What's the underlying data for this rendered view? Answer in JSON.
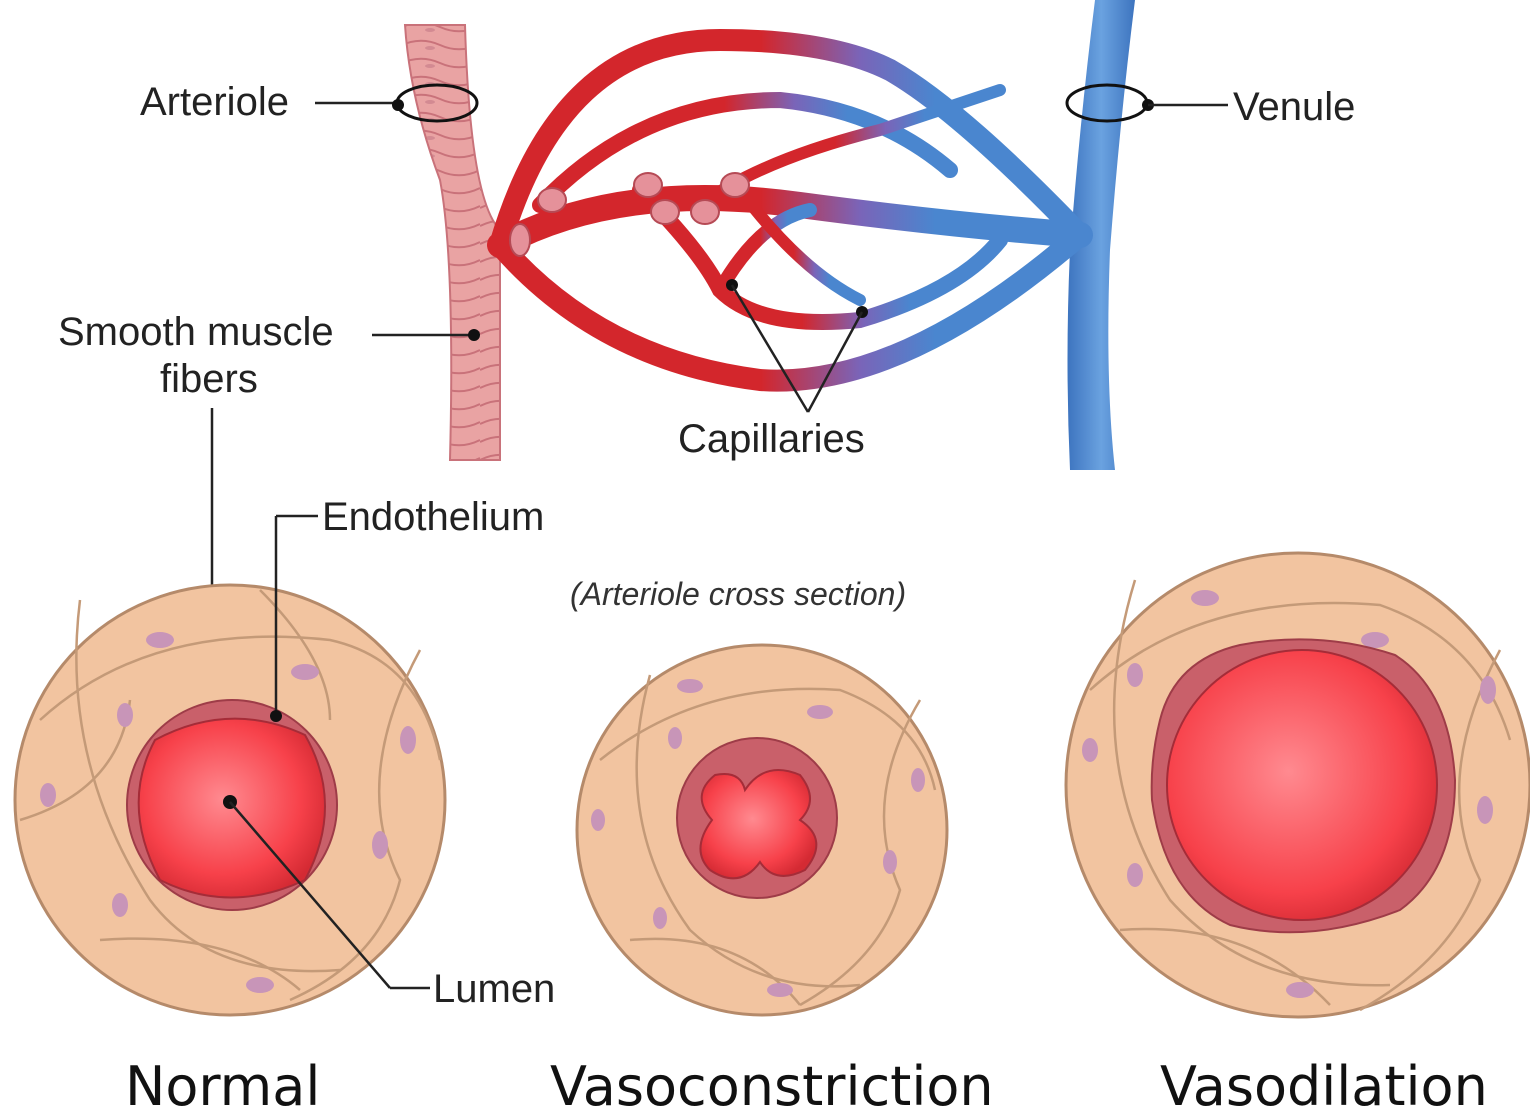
{
  "labels": {
    "arteriole": "Arteriole",
    "venule": "Venule",
    "smooth_muscle_line1": "Smooth muscle",
    "smooth_muscle_line2": "fibers",
    "capillaries": "Capillaries",
    "endothelium": "Endothelium",
    "lumen": "Lumen",
    "cross_section_note": "(Arteriole cross section)"
  },
  "captions": {
    "normal": "Normal",
    "vasoconstriction": "Vasoconstriction",
    "vasodilation": "Vasodilation"
  },
  "colors": {
    "arterial_red": "#d42a2f",
    "venous_blue": "#4a86cf",
    "muscle_pink": "#e8a0a0",
    "muscle_wall": "#f2c4a0",
    "endothelium": "#c9606a",
    "lumen_red": "#f23a44",
    "nucleus": "#c895b8"
  }
}
